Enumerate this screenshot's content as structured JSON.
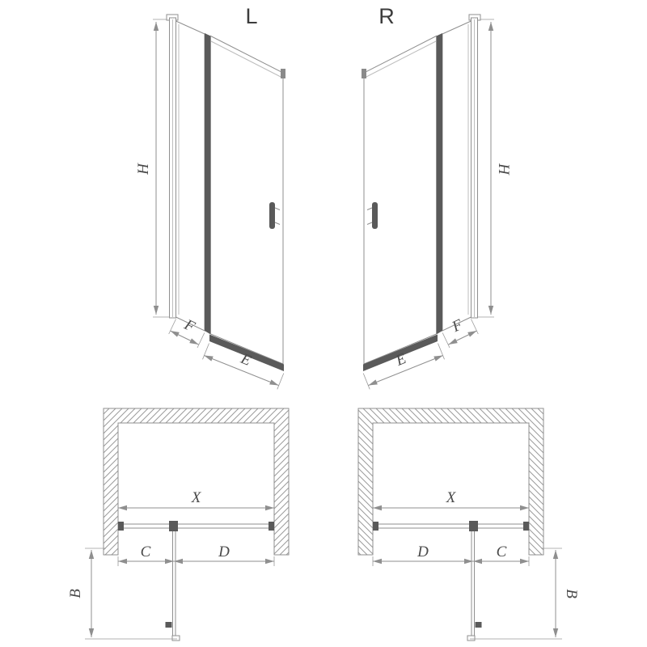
{
  "front_views": {
    "left": {
      "variant": "L",
      "height_label": "H",
      "fixed_width_label": "F",
      "door_width_label": "E"
    },
    "right": {
      "variant": "R",
      "height_label": "H",
      "fixed_width_label": "F",
      "door_width_label": "E"
    }
  },
  "plan_views": {
    "left": {
      "opening_label": "X",
      "fixed_segment_label": "C",
      "door_segment_label": "D",
      "projection_label": "B"
    },
    "right": {
      "opening_label": "X",
      "fixed_segment_label": "C",
      "door_segment_label": "D",
      "projection_label": "B"
    }
  },
  "colors": {
    "line": "#8f8f8f",
    "dark": "#5a5a5a",
    "text": "#4a4a4a",
    "background": "#ffffff"
  }
}
